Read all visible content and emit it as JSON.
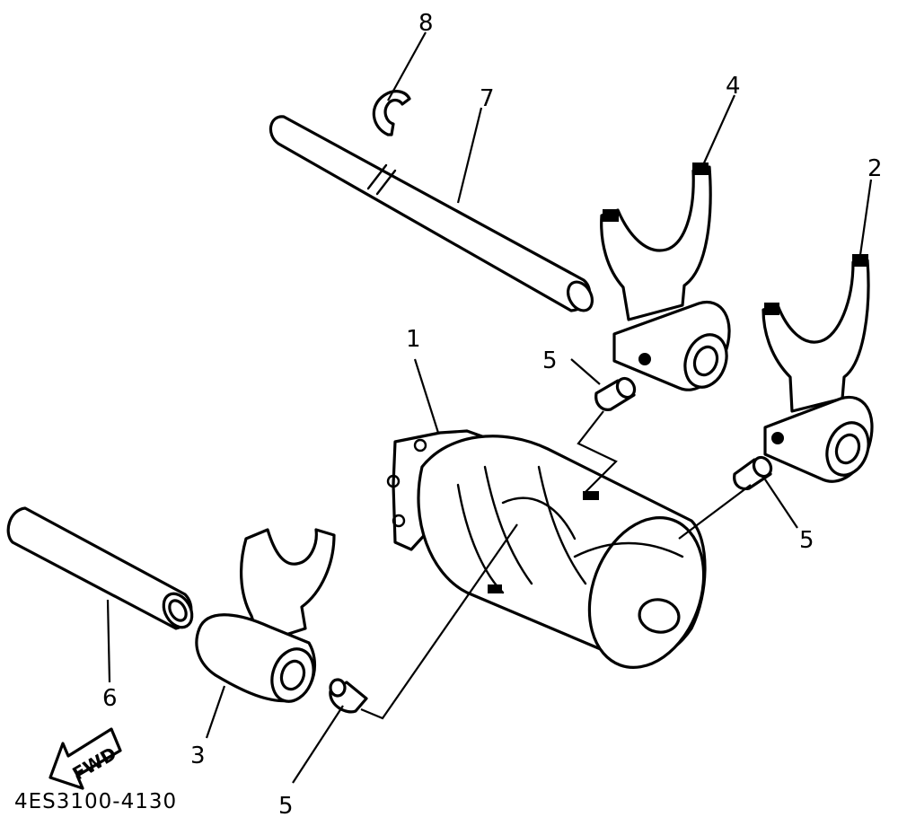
{
  "diagram": {
    "part_code": "4ES3100-4130",
    "direction_label": "FWD",
    "callouts": [
      {
        "label": "1",
        "part": "shift-cam"
      },
      {
        "label": "2",
        "part": "shift-fork-2"
      },
      {
        "label": "3",
        "part": "shift-fork-3"
      },
      {
        "label": "4",
        "part": "shift-fork-4"
      },
      {
        "label": "5",
        "part": "guide-pin"
      },
      {
        "label": "5",
        "part": "guide-pin"
      },
      {
        "label": "5",
        "part": "guide-pin"
      },
      {
        "label": "6",
        "part": "guide-bar"
      },
      {
        "label": "7",
        "part": "guide-bar"
      },
      {
        "label": "8",
        "part": "circlip"
      }
    ],
    "colors": {
      "ink": "#000000",
      "paper": "#ffffff"
    }
  }
}
